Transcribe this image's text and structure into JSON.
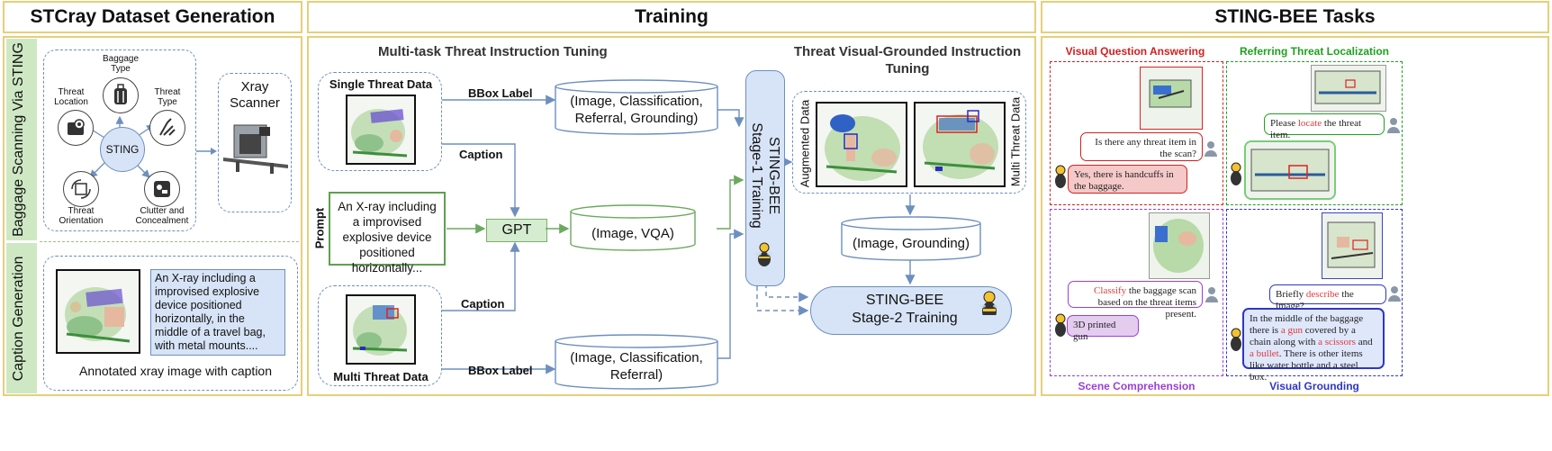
{
  "panels": {
    "left_title": "STCray Dataset Generation",
    "mid_title": "Training",
    "right_title": "STING-BEE Tasks"
  },
  "left": {
    "side_label_top": "Baggage Scanning Via STING",
    "side_label_bottom": "Caption Generation",
    "hub": "STING",
    "spokes": {
      "baggage_type": "Baggage\nType",
      "threat_type": "Threat\nType",
      "threat_location": "Threat\nLocation",
      "threat_orientation": "Threat\nOrientation",
      "clutter": "Clutter and\nConcealment"
    },
    "scanner_label": "Xray\nScanner",
    "caption_text": "An X-ray including a improvised explosive device  positioned horizontally, in the middle of a travel bag, with metal mounts....",
    "annotated_caption": "Annotated xray image with caption"
  },
  "training": {
    "multi_task_title": "Multi-task Threat Instruction Tuning",
    "visual_grounded_title": "Threat Visual-Grounded Instruction\nTuning",
    "single_threat": "Single Threat Data",
    "multi_threat": "Multi Threat Data",
    "bbox_label": "BBox Label",
    "caption_label": "Caption",
    "prompt_label": "Prompt",
    "prompt_text": "An X-ray including a improvised explosive device  positioned horizontally...",
    "gpt": "GPT",
    "cyl_top": "(Image, Classification,\nReferral, Grounding)",
    "cyl_mid": "(Image, VQA)",
    "cyl_bottom": "(Image, Classification,\nReferral)",
    "stage1": "STING-BEE\nStage-1 Training",
    "augmented": "Augmented Data",
    "multi_threat_data": "Multi Threat Data",
    "cyl_grounding": "(Image, Grounding)",
    "stage2": "STING-BEE\nStage-2 Training"
  },
  "tasks": {
    "vqa_title": "Visual Question Answering",
    "vqa_q": "Is there any threat item in the scan?",
    "vqa_a": "Yes, there is handcuffs in the baggage.",
    "rtl_title": "Referring Threat Localization",
    "rtl_q_pre": "Please ",
    "rtl_q_hl": "locate",
    "rtl_q_post": " the threat item.",
    "sc_title": "Scene Comprehension",
    "sc_q_hl": "Classify",
    "sc_q_post": " the baggage scan based on the threat items present.",
    "sc_a": "3D printed gun",
    "vg_title": "Visual Grounding",
    "vg_q_pre": "Briefly ",
    "vg_q_hl": "describe",
    "vg_q_post": " the image?",
    "vg_a_1": "In the middle of the baggage there is ",
    "vg_a_hl1": "a gun",
    "vg_a_2": " covered by a chain along with ",
    "vg_a_hl2": "a scissors",
    "vg_a_3": " and ",
    "vg_a_hl3": "a bullet",
    "vg_a_4": ". There is other items like water bottle and a steel box."
  },
  "colors": {
    "panel_border": "#e6cf7a",
    "dash_blue": "#6d8fbf",
    "side_green": "#cfe8c4",
    "vqa_red": "#d22020",
    "rtl_green": "#1fa01f",
    "sc_purple": "#9b3fd6",
    "vg_blue": "#2f36c4",
    "stage_fill": "#d7e4f7"
  }
}
